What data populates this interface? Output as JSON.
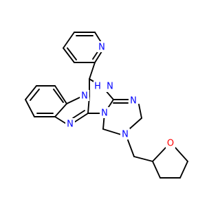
{
  "molecule": {
    "element_colors": {
      "N": "#0000ff",
      "O": "#ff0000",
      "C": "#000000"
    },
    "atoms": [
      {
        "id": "py_n",
        "element": "N",
        "label": "N"
      },
      {
        "id": "nh",
        "element": "N",
        "label": "H  N"
      },
      {
        "id": "bim_n1",
        "element": "N",
        "label": "N"
      },
      {
        "id": "bim_n3",
        "element": "N",
        "label": "N"
      },
      {
        "id": "tri_n_eq",
        "element": "N",
        "label": "N"
      },
      {
        "id": "tri_n4",
        "element": "N",
        "label": "N"
      },
      {
        "id": "tri_n_sub",
        "element": "N",
        "label": "N"
      },
      {
        "id": "thf_o",
        "element": "O",
        "label": "O"
      }
    ]
  }
}
